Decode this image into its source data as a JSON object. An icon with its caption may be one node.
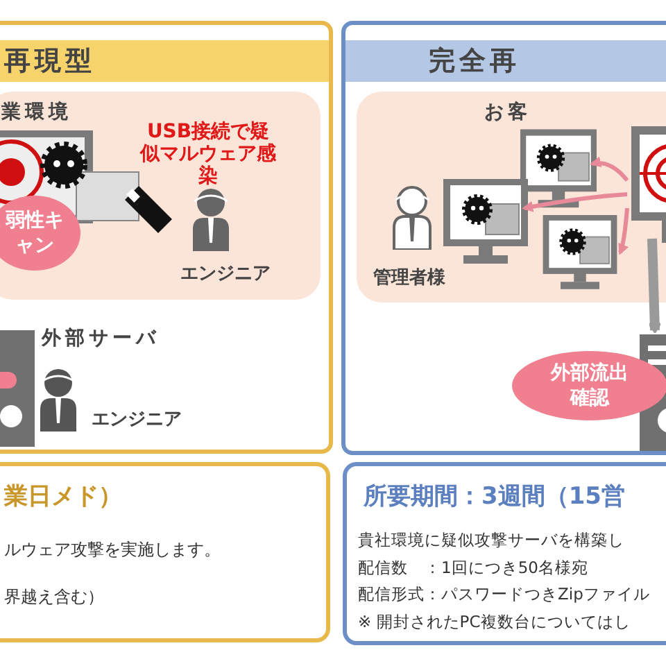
{
  "diagram": {
    "nodes": [
      {
        "text": [
          "再現型"
        ]
      },
      {
        "text": [
          "業環境"
        ],
        "in": 0
      },
      {
        "text": [
          "弱性キャン"
        ],
        "in": 1
      },
      {
        "text": [
          "業日メド）",
          "ルウェア攻撃を実施します。",
          "界越え含む）"
        ]
      },
      {
        "text": [
          "完全再"
        ]
      },
      {
        "text": [
          "お客"
        ],
        "in": 4
      },
      {
        "text": [],
        "shape": "picture",
        "in": 5
      },
      {
        "text": [],
        "shape": "picture",
        "in": 5
      },
      {
        "text": [],
        "shape": "picture",
        "in": 5
      },
      {
        "text": [],
        "shape": "picture",
        "in": 5
      },
      {
        "text": [],
        "shape": "picture",
        "in": 4
      },
      {
        "text": [
          "外部流出確認"
        ],
        "in": 4
      },
      {
        "text": [
          "所要期間：3週間（15営",
          "貴社環境に疑似攻撃サーバを構築し",
          "配信数　：1回につき50名様宛",
          "配信形式：パスワードつきZipファイル",
          "※ 開封されたPC複数台についてはし"
        ]
      }
    ],
    "edges": [
      {
        "from": 6,
        "to": 7,
        "arrow": "to",
        "color": "#e8899a"
      },
      {
        "from": 6,
        "to": 8,
        "arrow": "to",
        "color": "#e8899a"
      },
      {
        "from": 6,
        "to": 9,
        "arrow": "to",
        "color": "#e8899a"
      },
      {
        "from": 6,
        "to": 10,
        "arrow": "to",
        "style": "thick",
        "color": "#9a9a9a"
      }
    ],
    "labels": [
      "USB接続で疑似マルウェア感染",
      "エンジニア",
      "外部サーバ",
      "エンジニア",
      "管理者様"
    ]
  }
}
